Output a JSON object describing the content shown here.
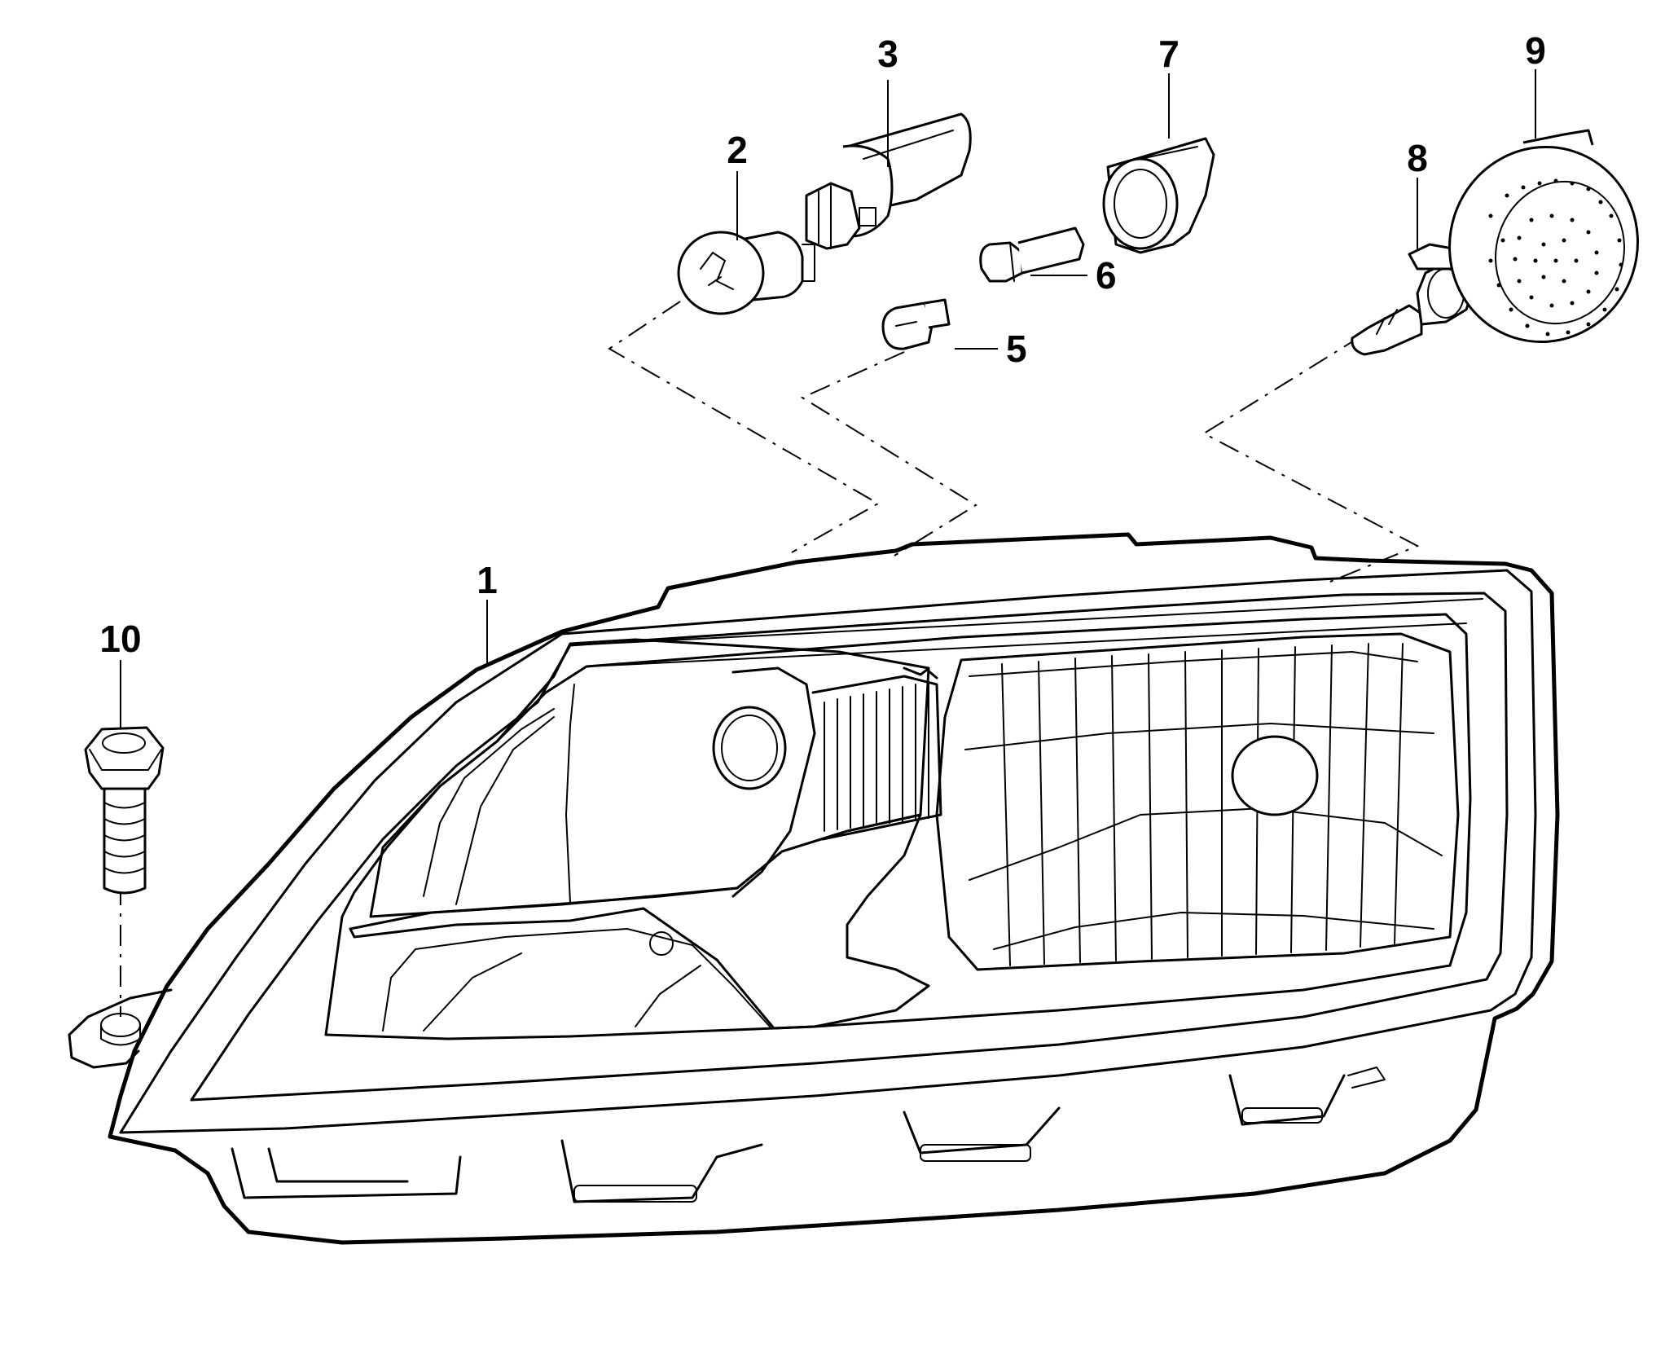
{
  "diagram": {
    "part_labels": [
      "1",
      "2",
      "3",
      "5",
      "6",
      "7",
      "8",
      "9",
      "10"
    ]
  },
  "colors": {
    "line": "#000000",
    "background": "#ffffff"
  }
}
